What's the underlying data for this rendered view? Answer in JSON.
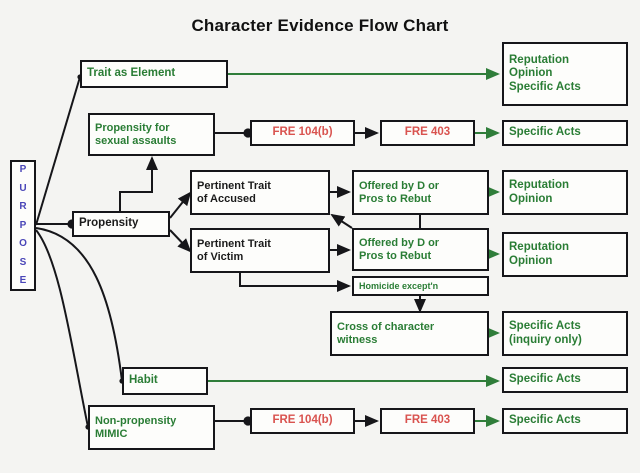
{
  "title": "Character Evidence Flow Chart",
  "colors": {
    "green": "#2a7d35",
    "red": "#d9534f",
    "black": "#1b1b1b",
    "purple": "#4a46b8",
    "box_border": "#16161a",
    "background": "#f4f4f2",
    "green_edge": "#2f7d3a",
    "black_edge": "#16161a"
  },
  "purpose": {
    "label": "PURPOSE",
    "letters": [
      "P",
      "U",
      "R",
      "P",
      "O",
      "S",
      "E"
    ]
  },
  "nodes": {
    "trait_element": {
      "lines": [
        "Trait as Element"
      ],
      "color": "green"
    },
    "prop_sexual": {
      "lines": [
        "Propensity for",
        "sexual assaults"
      ],
      "color": "green"
    },
    "propensity": {
      "lines": [
        "Propensity"
      ],
      "color": "black"
    },
    "habit": {
      "lines": [
        "Habit"
      ],
      "color": "green"
    },
    "nonpropensity": {
      "lines": [
        "Non-propensity",
        "MIMIC"
      ],
      "color": "green"
    },
    "trait_accused": {
      "lines": [
        "Pertinent Trait",
        "of Accused"
      ],
      "color": "black"
    },
    "trait_victim": {
      "lines": [
        "Pertinent Trait",
        "of Victim"
      ],
      "color": "black"
    },
    "fre104b_1": {
      "lines": [
        "FRE 104(b)"
      ],
      "color": "red"
    },
    "fre403_1": {
      "lines": [
        "FRE 403"
      ],
      "color": "red"
    },
    "fre104b_2": {
      "lines": [
        "FRE 104(b)"
      ],
      "color": "red"
    },
    "fre403_2": {
      "lines": [
        "FRE 403"
      ],
      "color": "red"
    },
    "offered_accused": {
      "lines": [
        "Offered by D or",
        "Pros to Rebut"
      ],
      "color": "green"
    },
    "offered_victim": {
      "lines": [
        "Offered by D or",
        "Pros to Rebut"
      ],
      "color": "green"
    },
    "homicide": {
      "lines": [
        "Homicide except'n"
      ],
      "color": "green"
    },
    "cross_witness": {
      "lines": [
        "Cross of character",
        "witness"
      ],
      "color": "green"
    },
    "out_1": {
      "lines": [
        "Reputation",
        "Opinion",
        "Specific Acts"
      ],
      "color": "green"
    },
    "out_2": {
      "lines": [
        "Specific Acts"
      ],
      "color": "green"
    },
    "out_3": {
      "lines": [
        "Reputation",
        "Opinion"
      ],
      "color": "green"
    },
    "out_4": {
      "lines": [
        "Reputation",
        "Opinion"
      ],
      "color": "green"
    },
    "out_5": {
      "lines": [
        "Specific Acts",
        "(inquiry only)"
      ],
      "color": "green"
    },
    "out_6": {
      "lines": [
        "Specific Acts"
      ],
      "color": "green"
    },
    "out_7": {
      "lines": [
        "Specific Acts"
      ],
      "color": "green"
    }
  },
  "chart_data": {
    "type": "diagram",
    "title": "Character Evidence Flow Chart",
    "diagram_kind": "flow-chart",
    "root": "PURPOSE",
    "branches": [
      {
        "from": "PURPOSE",
        "to": "Trait as Element",
        "chain": [
          "Trait as Element",
          "Reputation / Opinion / Specific Acts"
        ],
        "edge_style": "green"
      },
      {
        "from": "Propensity",
        "to": "Propensity for sexual assaults",
        "chain": [
          "Propensity for sexual assaults",
          "FRE 104(b)",
          "FRE 403",
          "Specific Acts"
        ],
        "edge_style": "black-then-green"
      },
      {
        "from": "PURPOSE",
        "to": "Propensity",
        "chain": [
          "Propensity",
          "Pertinent Trait of Accused",
          "Offered by D or Pros to Rebut",
          "Reputation / Opinion"
        ],
        "edge_style": "black-then-green"
      },
      {
        "from": "Propensity",
        "to": "Pertinent Trait of Victim",
        "chain": [
          "Pertinent Trait of Victim",
          "Offered by D or Pros to Rebut",
          "Reputation / Opinion"
        ],
        "edge_style": "black-then-green"
      },
      {
        "from": "Pertinent Trait of Victim",
        "to": "Homicide except'n",
        "chain": [
          "Homicide except'n"
        ],
        "edge_style": "black"
      },
      {
        "from": "Offered by D or Pros to Rebut / Homicide except'n",
        "to": "Cross of character witness",
        "chain": [
          "Cross of character witness",
          "Specific Acts (inquiry only)"
        ],
        "edge_style": "black-then-green"
      },
      {
        "from": "PURPOSE",
        "to": "Habit",
        "chain": [
          "Habit",
          "Specific Acts"
        ],
        "edge_style": "green"
      },
      {
        "from": "PURPOSE",
        "to": "Non-propensity MIMIC",
        "chain": [
          "Non-propensity MIMIC",
          "FRE 104(b)",
          "FRE 403",
          "Specific Acts"
        ],
        "edge_style": "black-then-green"
      }
    ],
    "node_labels": [
      "PURPOSE",
      "Trait as Element",
      "Propensity for sexual assaults",
      "Propensity",
      "Pertinent Trait of Accused",
      "Pertinent Trait of Victim",
      "Habit",
      "Non-propensity MIMIC",
      "FRE 104(b)",
      "FRE 403",
      "Offered by D or Pros to Rebut",
      "Homicide except'n",
      "Cross of character witness",
      "Reputation",
      "Opinion",
      "Specific Acts",
      "Specific Acts (inquiry only)"
    ]
  }
}
